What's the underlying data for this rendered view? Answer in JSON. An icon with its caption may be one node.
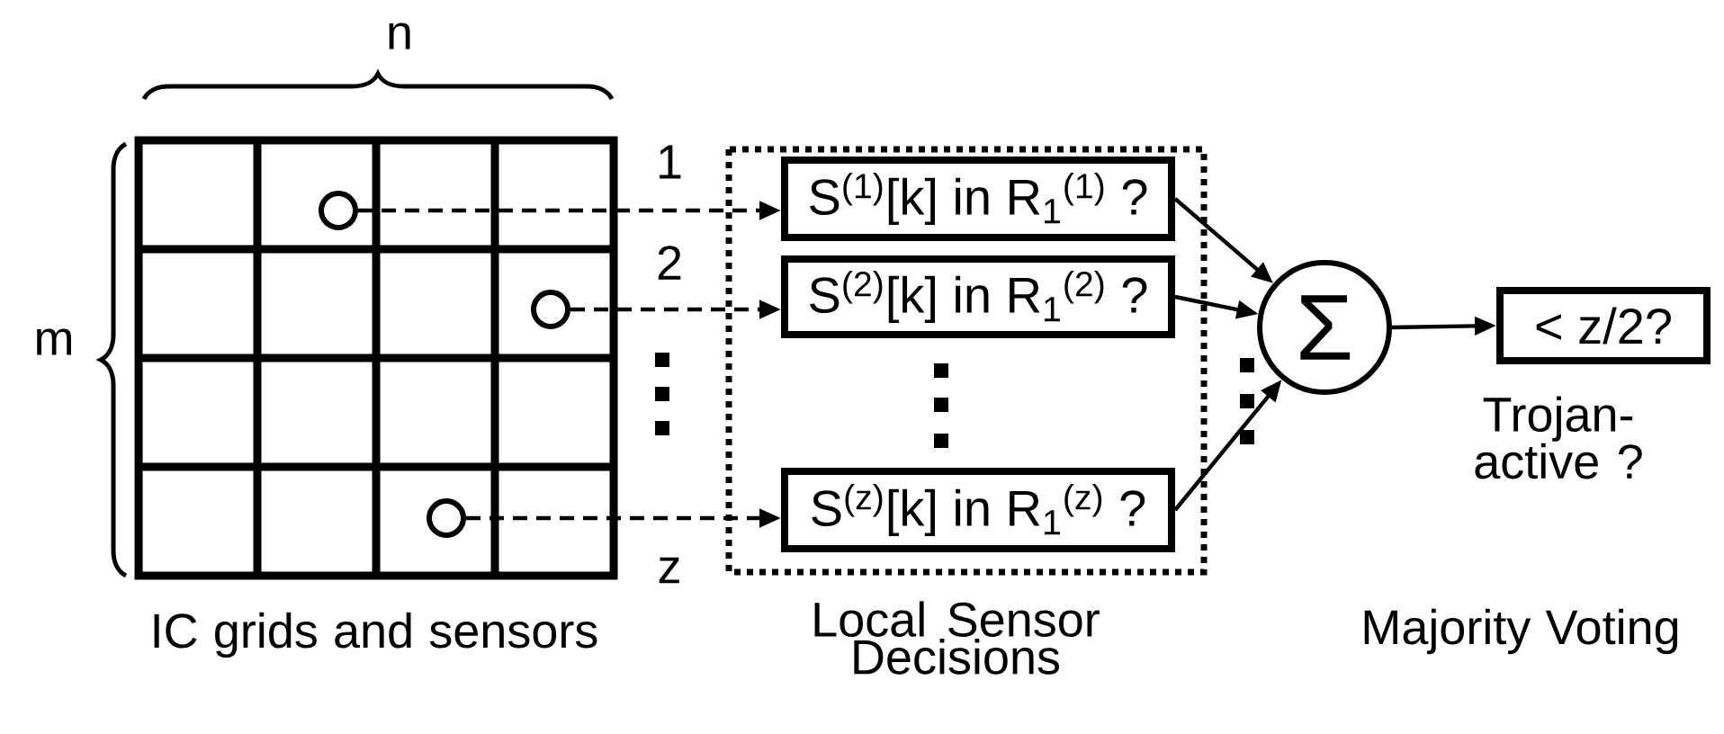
{
  "diagram": {
    "nodes": [
      {
        "text": [
          "IC grids and sensors"
        ]
      },
      {
        "text": [],
        "shape": "circle",
        "in": 0
      },
      {
        "text": [],
        "shape": "circle",
        "in": 0
      },
      {
        "text": [],
        "shape": "circle",
        "in": 0
      },
      {
        "text": [
          "Local Sensor Decisions"
        ]
      },
      {
        "text": [
          "S$^{(1)}$[k] in R$_{1}$$^{(1)}$ ?"
        ],
        "in": 4
      },
      {
        "text": [
          "S$^{(2)}$[k] in R$_{1}$$^{(2)}$ ?"
        ],
        "in": 4
      },
      {
        "text": [
          "S$^{(z)}$[k] in R$_{1}$$^{(z)}$ ?"
        ],
        "in": 4
      },
      {
        "text": [
          "Σ"
        ]
      },
      {
        "text": [
          "< z/2?"
        ],
        "beside": [
          "Trojan- active ?"
        ]
      }
    ],
    "edges": [
      {
        "from": 1,
        "to": 5,
        "arrow": "to",
        "style": "dashed",
        "label": "1"
      },
      {
        "from": 2,
        "to": 6,
        "arrow": "to",
        "style": "dashed",
        "label": "2"
      },
      {
        "from": 3,
        "to": 7,
        "arrow": "to",
        "style": "dashed",
        "label": "z"
      },
      {
        "from": 5,
        "to": 8,
        "arrow": "to"
      },
      {
        "from": 6,
        "to": 8,
        "arrow": "to"
      },
      {
        "from": 7,
        "to": 8,
        "arrow": "to"
      },
      {
        "from": 8,
        "to": 9,
        "arrow": "to"
      }
    ],
    "labels": [
      "n",
      "m",
      "Majority Voting"
    ]
  }
}
